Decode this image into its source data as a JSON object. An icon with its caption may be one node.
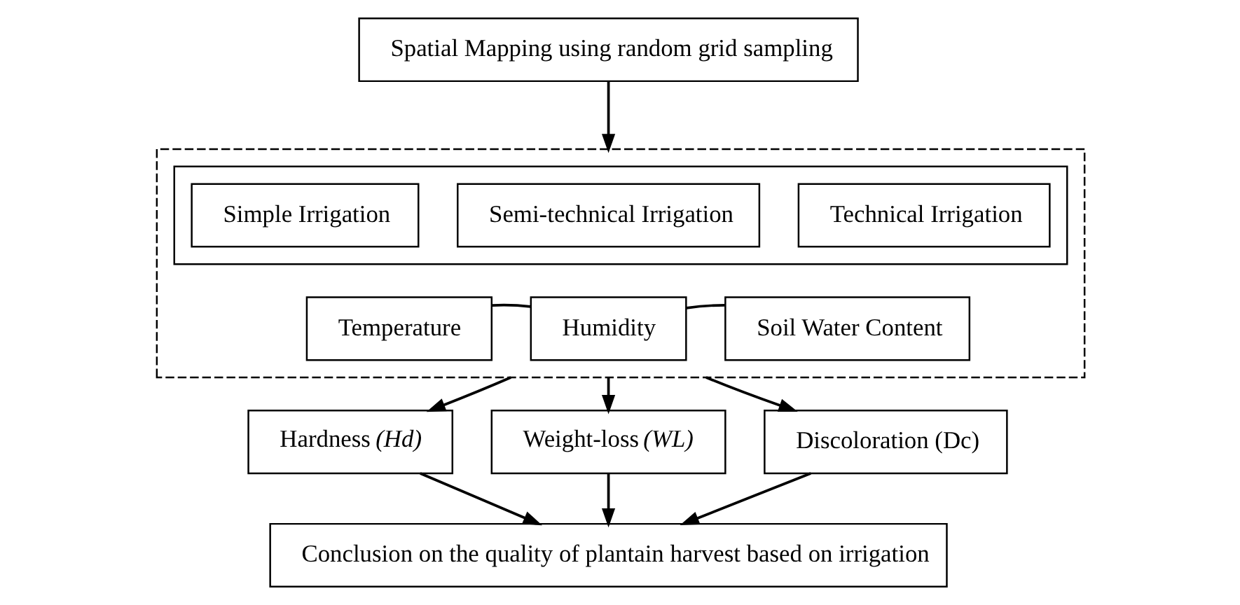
{
  "diagram": {
    "nodes": [
      {
        "text": [
          "Spatial Mapping using random grid sampling"
        ]
      },
      {
        "text": [],
        "shape": "box"
      },
      {
        "text": [],
        "shape": "box",
        "in": 1
      },
      {
        "text": [
          "Simple Irrigation"
        ],
        "in": 2
      },
      {
        "text": [
          "Semi-technical Irrigation"
        ],
        "in": 2
      },
      {
        "text": [
          "Technical Irrigation"
        ],
        "in": 2
      },
      {
        "text": [
          "Temperature"
        ],
        "in": 1
      },
      {
        "text": [
          "Humidity"
        ],
        "in": 1
      },
      {
        "text": [
          "Soil Water Content"
        ],
        "in": 1
      },
      {
        "text": [
          "Hardness *(Hd)*"
        ]
      },
      {
        "text": [
          "Weight-loss *(WL)*"
        ]
      },
      {
        "text": [
          "Discoloration (Dc)"
        ]
      },
      {
        "text": [
          "Conclusion on the quality of plantain harvest based on irrigation"
        ]
      }
    ],
    "edges": [
      {
        "from": 0,
        "to": 1,
        "arrow": "to"
      },
      {
        "from": 6,
        "to": 7,
        "arrow": "none"
      },
      {
        "from": 7,
        "to": 8,
        "arrow": "none"
      },
      {
        "from": 1,
        "to": 9,
        "arrow": "to"
      },
      {
        "from": 1,
        "to": 10,
        "arrow": "to"
      },
      {
        "from": 1,
        "to": 11,
        "arrow": "to"
      },
      {
        "from": 9,
        "to": 12,
        "arrow": "to"
      },
      {
        "from": 10,
        "to": 12,
        "arrow": "to"
      },
      {
        "from": 11,
        "to": 12,
        "arrow": "to"
      }
    ]
  }
}
